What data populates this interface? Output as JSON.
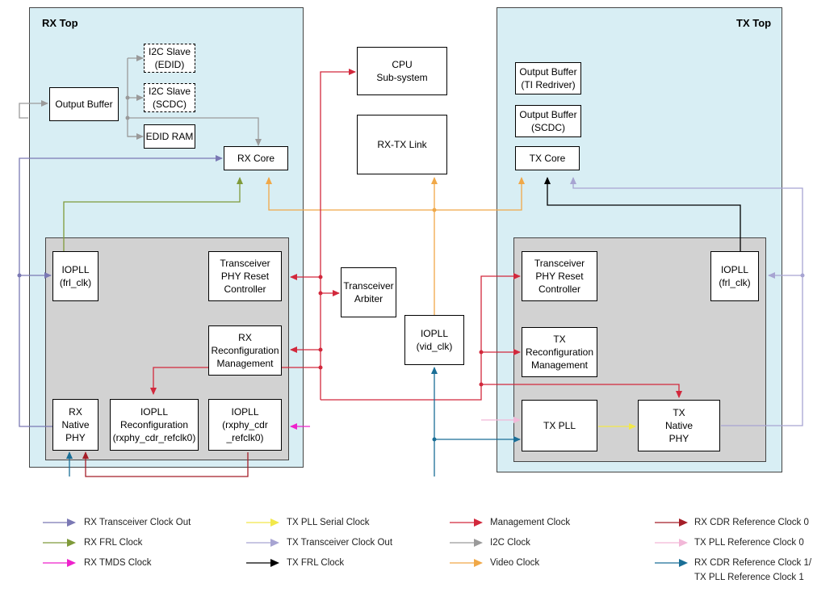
{
  "regions": {
    "rx_top": "RX Top",
    "tx_top": "TX Top"
  },
  "rx": {
    "i2c_slave_edid": "I2C Slave\n(EDID)",
    "i2c_slave_scdc": "I2C Slave\n(SCDC)",
    "output_buffer": "Output Buffer",
    "edid_ram": "EDID RAM",
    "rx_core": "RX Core",
    "iopll_frl": "IOPLL\n(frl_clk)",
    "phy_reset": "Transceiver\nPHY Reset\nController",
    "reconfig_mgmt": "RX\nReconfiguration\nManagement",
    "native_phy": "RX\nNative\nPHY",
    "iopll_reconfig": "IOPLL\nReconfiguration\n(rxphy_cdr_refclk0)",
    "iopll_rxphy": "IOPLL\n(rxphy_cdr\n_refclk0)"
  },
  "center": {
    "cpu": "CPU\nSub-system",
    "rx_tx_link": "RX-TX Link",
    "arbiter": "Transceiver\nArbiter",
    "iopll_vid": "IOPLL\n(vid_clk)"
  },
  "tx": {
    "output_buffer_ti": "Output Buffer\n(TI Redriver)",
    "output_buffer_scdc": "Output Buffer\n(SCDC)",
    "tx_core": "TX Core",
    "phy_reset": "Transceiver\nPHY Reset\nController",
    "iopll_frl": "IOPLL\n(frl_clk)",
    "reconfig_mgmt": "TX\nReconfiguration\nManagement",
    "tx_pll": "TX PLL",
    "native_phy": "TX\nNative\nPHY"
  },
  "legend": [
    {
      "label": "RX Transceiver Clock Out",
      "color": "#7a78b4"
    },
    {
      "label": "RX FRL Clock",
      "color": "#7f9a3a"
    },
    {
      "label": "RX TMDS Clock",
      "color": "#ee22cc"
    },
    {
      "label": "TX PLL Serial Clock",
      "color": "#f2e84a"
    },
    {
      "label": "TX Transceiver Clock Out",
      "color": "#a7a4d2"
    },
    {
      "label": "TX FRL Clock",
      "color": "#000000"
    },
    {
      "label": "Management Clock",
      "color": "#d2283c"
    },
    {
      "label": "I2C Clock",
      "color": "#9a9a9a"
    },
    {
      "label": "Video Clock",
      "color": "#f0a848"
    },
    {
      "label": "RX CDR Reference Clock 0",
      "color": "#a51e28"
    },
    {
      "label": "TX PLL Reference Clock 0",
      "color": "#f2b8d8"
    },
    {
      "label": "RX CDR Reference Clock 1/\nTX PLL Reference Clock 1",
      "color": "#1a6e96"
    }
  ]
}
